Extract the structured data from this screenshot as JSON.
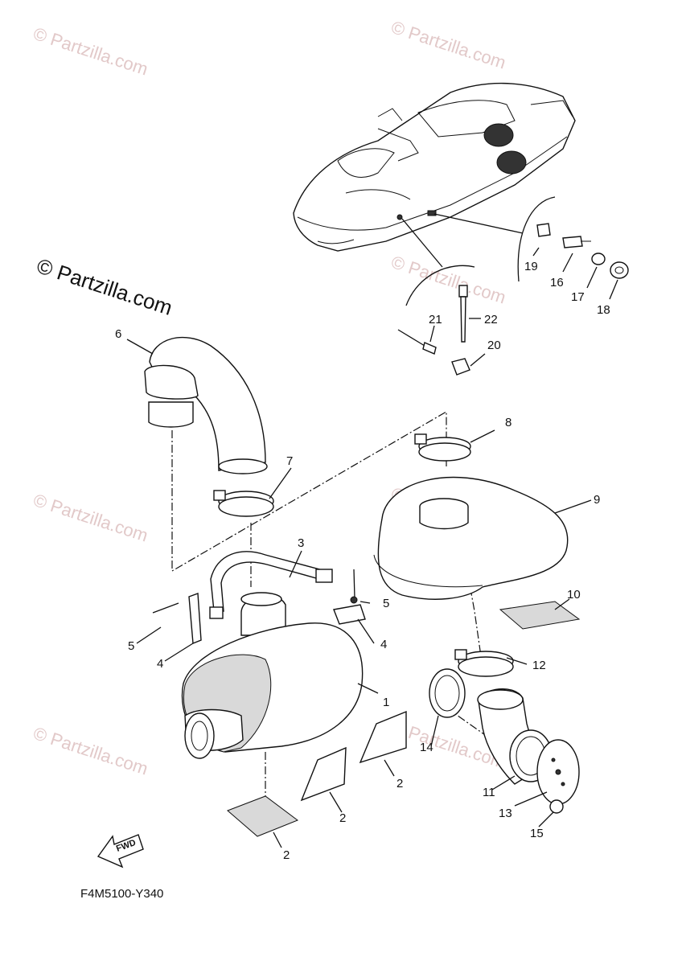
{
  "diagram": {
    "code": "F4M5100-Y340",
    "fwd_label": "FWD",
    "watermark": "© Partzilla.com",
    "callouts": [
      {
        "id": "c6",
        "text": "6"
      },
      {
        "id": "c7",
        "text": "7"
      },
      {
        "id": "c3",
        "text": "3"
      },
      {
        "id": "c5a",
        "text": "5"
      },
      {
        "id": "c5b",
        "text": "5"
      },
      {
        "id": "c4a",
        "text": "4"
      },
      {
        "id": "c4b",
        "text": "4"
      },
      {
        "id": "c1",
        "text": "1"
      },
      {
        "id": "c2a",
        "text": "2"
      },
      {
        "id": "c2b",
        "text": "2"
      },
      {
        "id": "c2c",
        "text": "2"
      },
      {
        "id": "c8",
        "text": "8"
      },
      {
        "id": "c9",
        "text": "9"
      },
      {
        "id": "c10",
        "text": "10"
      },
      {
        "id": "c12",
        "text": "12"
      },
      {
        "id": "c14",
        "text": "14"
      },
      {
        "id": "c11",
        "text": "11"
      },
      {
        "id": "c13",
        "text": "13"
      },
      {
        "id": "c15",
        "text": "15"
      },
      {
        "id": "c19",
        "text": "19"
      },
      {
        "id": "c16",
        "text": "16"
      },
      {
        "id": "c17",
        "text": "17"
      },
      {
        "id": "c18",
        "text": "18"
      },
      {
        "id": "c21",
        "text": "21"
      },
      {
        "id": "c22",
        "text": "22"
      },
      {
        "id": "c20",
        "text": "20"
      }
    ]
  }
}
